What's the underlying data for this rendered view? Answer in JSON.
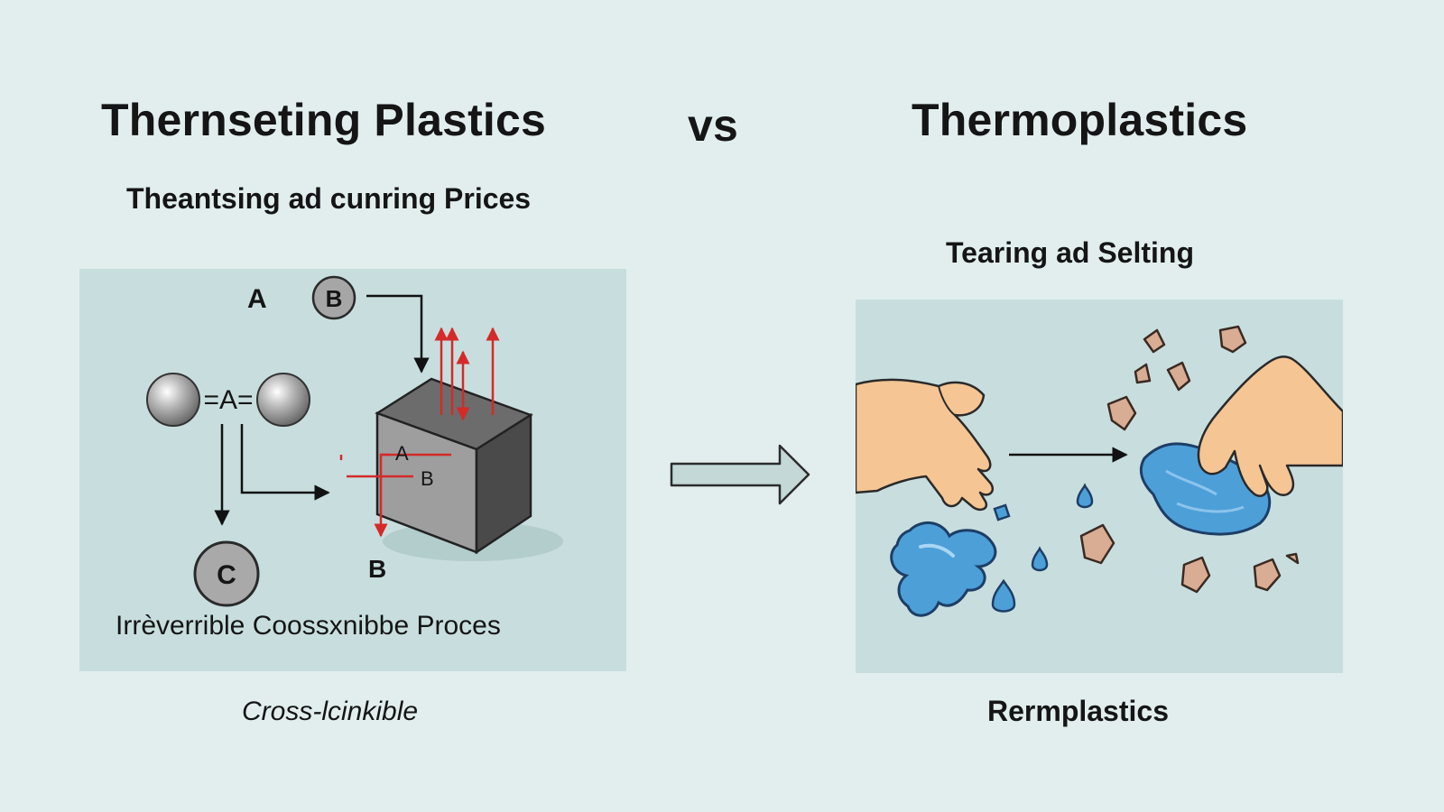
{
  "left": {
    "title": "Thernseting Plastics",
    "subtitle": "Theantsing ad cunring Prices",
    "labels": {
      "a_top": "A",
      "b_circle": "B",
      "a_bond": "=A=",
      "c_circle": "C",
      "a_red": "A",
      "b_red": "B",
      "b_bottom": "B"
    },
    "panel_caption": "Irrèverrible Coossxnibbe Proces",
    "footer": "Cross-lcinkible"
  },
  "vs_label": "vs",
  "right": {
    "title": "Thermoplastics",
    "subtitle": "Tearing ad Selting",
    "footer": "Rermplastics"
  },
  "colors": {
    "background": "#e2eeee",
    "panel": "#c8dede",
    "red_arrow": "#d42a2a",
    "cube_dark": "#4a4a4a",
    "liquid_blue": "#4d9fd8",
    "skin": "#f5c594",
    "fragment": "#d8ad94"
  }
}
